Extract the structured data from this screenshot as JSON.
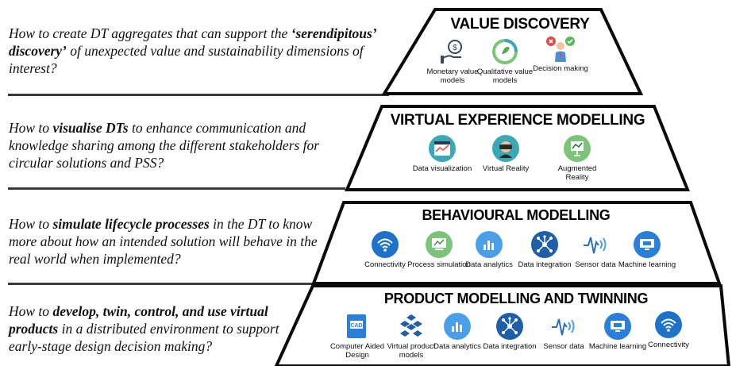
{
  "questions": [
    {
      "pre": "How to create DT aggregates that can support the ",
      "bold": "‘serendipitous’ discovery’",
      "post": " of unexpected value and sustainability dimensions of interest?"
    },
    {
      "pre": "How to ",
      "bold": "visualise DTs",
      "post": " to enhance communication and knowledge sharing among the different stakeholders for circular solutions and PSS?"
    },
    {
      "pre": "How to ",
      "bold": "simulate lifecycle processes",
      "post": " in the DT to know more about how an intended solution will behave in the real world when implemented?"
    },
    {
      "pre": "How to ",
      "bold": "develop, twin, control, and use virtual products",
      "post": " in a distributed environment to support early-stage design decision making?"
    }
  ],
  "tiers": [
    {
      "title": "VALUE DISCOVERY",
      "items": [
        {
          "icon": "monetary-value-icon",
          "label": "Monetary value models"
        },
        {
          "icon": "qualitative-value-icon",
          "label": "Qualitative value models"
        },
        {
          "icon": "decision-making-icon",
          "label": "Decision making"
        }
      ]
    },
    {
      "title": "VIRTUAL EXPERIENCE MODELLING",
      "items": [
        {
          "icon": "data-visualization-icon",
          "label": "Data visualization"
        },
        {
          "icon": "virtual-reality-icon",
          "label": "Virtual Reality"
        },
        {
          "icon": "augmented-reality-icon",
          "label": "Augmented Reality"
        }
      ]
    },
    {
      "title": "BEHAVIOURAL MODELLING",
      "items": [
        {
          "icon": "connectivity-icon",
          "label": "Connectivity"
        },
        {
          "icon": "process-simulation-icon",
          "label": "Process simulation"
        },
        {
          "icon": "data-analytics-icon",
          "label": "Data analytics"
        },
        {
          "icon": "data-integration-icon",
          "label": "Data integration"
        },
        {
          "icon": "sensor-data-icon",
          "label": "Sensor data"
        },
        {
          "icon": "machine-learning-icon",
          "label": "Machine learning"
        }
      ]
    },
    {
      "title": "PRODUCT MODELLING AND TWINNING",
      "items": [
        {
          "icon": "cad-icon",
          "label": "Computer Aided Design",
          "icon_text": "CAD"
        },
        {
          "icon": "virtual-product-icon",
          "label": "Virtual product models"
        },
        {
          "icon": "data-analytics-icon",
          "label": "Data analytics"
        },
        {
          "icon": "data-integration-icon",
          "label": "Data integration"
        },
        {
          "icon": "sensor-data-icon",
          "label": "Sensor data"
        },
        {
          "icon": "machine-learning-icon",
          "label": "Machine learning"
        },
        {
          "icon": "connectivity-icon",
          "label": "Connectivity"
        }
      ]
    }
  ],
  "colors": {
    "outline": "#0a0a0a",
    "light_blue": "#3b8fd9",
    "dark_blue": "#1e5fa8",
    "teal": "#3aa9b5",
    "green": "#7cc47a"
  }
}
